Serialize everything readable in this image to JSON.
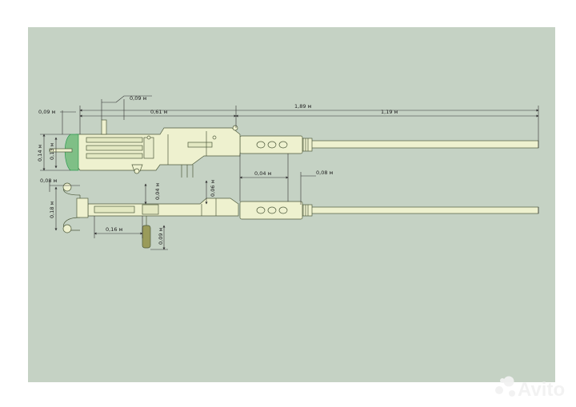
{
  "dimensions": {
    "total_length": "1,89 м",
    "barrel_length": "1,19 м",
    "receiver_length": "0,61 м",
    "rear_sight_offset": "0,09 м",
    "buttplate_offset": "0,09 м",
    "receiver_height": "0,14 м",
    "buttplate_height": "0,13 м",
    "jacket_offset": "0,04 м",
    "front_offset": "0,08 м",
    "grip_offset": "0,08 м",
    "spade_span": "0,18 м",
    "mount_length": "0,16 м",
    "feed_height": "0,04 м",
    "cover_height": "0,06 м",
    "handle_height": "0,09 м"
  },
  "watermark": {
    "text": "Avito"
  },
  "colors": {
    "background": "#c5d2c4",
    "model_fill": "#eef1cf",
    "model_stroke": "#4e5a3c",
    "accent_green": "#2f9a52",
    "dimension_line": "#333333"
  }
}
